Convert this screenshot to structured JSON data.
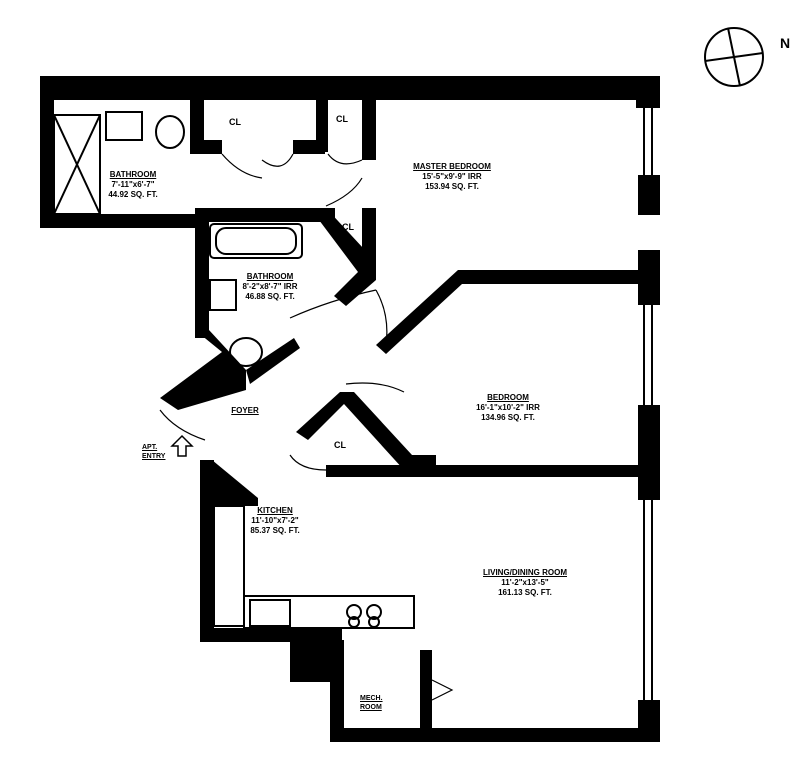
{
  "compass": {
    "label": "N"
  },
  "rooms": [
    {
      "id": "bathroom-1",
      "name": "BATHROOM",
      "dims": "7'-11\"x6'-7\"",
      "area": "44.92 SQ. FT."
    },
    {
      "id": "master-bedroom",
      "name": "MASTER BEDROOM",
      "dims": "15'-5\"x9'-9\" IRR",
      "area": "153.94 SQ. FT."
    },
    {
      "id": "bathroom-2",
      "name": "BATHROOM",
      "dims": "8'-2\"x8'-7\" IRR",
      "area": "46.88 SQ. FT."
    },
    {
      "id": "bedroom",
      "name": "BEDROOM",
      "dims": "16'-1\"x10'-2\" IRR",
      "area": "134.96 SQ. FT."
    },
    {
      "id": "foyer",
      "name": "FOYER",
      "dims": "",
      "area": ""
    },
    {
      "id": "kitchen",
      "name": "KITCHEN",
      "dims": "11'-10\"x7'-2\"",
      "area": "85.37 SQ. FT."
    },
    {
      "id": "living-dining",
      "name": "LIVING/DINING ROOM",
      "dims": "11'-2\"x13'-5\"",
      "area": "161.13 SQ. FT."
    }
  ],
  "closets": [
    "CL",
    "CL",
    "CL",
    "CL"
  ],
  "apt_entry": {
    "line1": "APT.",
    "line2": "ENTRY"
  },
  "mech_room": {
    "line1": "MECH.",
    "line2": "ROOM"
  }
}
